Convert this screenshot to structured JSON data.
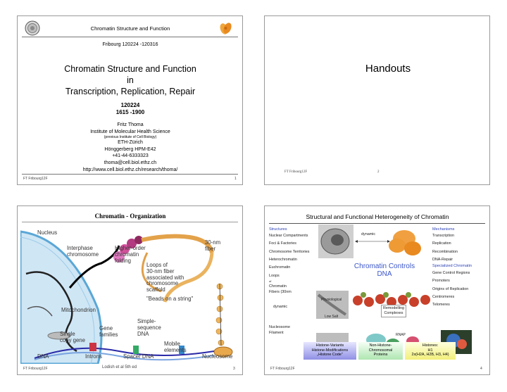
{
  "slide1": {
    "header": "Chromatin Structure and Function",
    "subheader": "Fribourg 120224 -120316",
    "title": [
      "Chromatin Structure and Function",
      "in",
      "Transcription, Replication, Repair"
    ],
    "code": [
      "120224",
      "1615 -1900"
    ],
    "author": "Fritz Thoma",
    "institute": "Institute of Molecular Health Science",
    "prev_institute": "(previous Institute of Cell Biology)",
    "org": "ETH-Zürich",
    "address": "Hönggerberg HPM-E42",
    "phone": "+41-44-6333323",
    "email": "thoma@cell.biol.ethz.ch",
    "url": "http://www.cell.biol.ethz.ch/research/thoma/",
    "footer_left": "FT Fribourg12F",
    "page": "1"
  },
  "slide2": {
    "title": "Handouts",
    "footer_left": "FT Fribourg12F",
    "page": "2"
  },
  "slide3": {
    "title": "Chromatin - Organization",
    "labels": {
      "nucleus": "Nucleus",
      "interphase": [
        "Interphase",
        "chromosome"
      ],
      "higher_order": [
        "Higher-order",
        "chromatin",
        "folding"
      ],
      "fiber30": [
        "30-nm",
        "fiber"
      ],
      "loops": [
        "Loops of",
        "30-nm fiber",
        "associated with",
        "chromosome",
        "scaffold"
      ],
      "beads": "\"Beads on a string\"",
      "mitochondrion": "Mitochondrion",
      "simple": [
        "Simple-",
        "sequence",
        "DNA"
      ],
      "gene_families": [
        "Gene",
        "families"
      ],
      "single_copy": [
        "Single",
        "copy gene"
      ],
      "mobile": [
        "Mobile",
        "elements"
      ],
      "dna": "DNA",
      "introns": "Introns",
      "spacer": "Spacer DNA",
      "nucleosome": "Nucleosome"
    },
    "footer_left": "FT Fribourg12F",
    "citation": "Lodish et al 5th ed",
    "page": "3"
  },
  "slide4": {
    "title": "Structural  and Functional Heterogeneity of Chromatin",
    "structures_head": "Structures",
    "structures": [
      "Nuclear Compartments",
      "Foci & Factories",
      "Chromosome Territories",
      "Heterochromatin",
      "Euchromatin"
    ],
    "loops": "Loops",
    "of": "of",
    "chromatin_fibers": [
      "Chromatin",
      "Fibers (30nm"
    ],
    "dynamic_top": "dynamic",
    "dynamic_left": "dynamic",
    "chromatin_controls": [
      "Chromatin Controls",
      "DNA"
    ],
    "physiological": "Physiological",
    "low_salt": "Low Salt",
    "nucleosome_filament": [
      "Nucleosome",
      "Filament"
    ],
    "remodelling": [
      "Remodelling",
      "Complexes"
    ],
    "rnap": "RNAP",
    "mechanisms_head": "Mechanisms",
    "mechanisms": [
      "Transcription",
      "Replication",
      "Recombination",
      "DNA-Repair"
    ],
    "specialized_head": "Specialized Chromatin",
    "specialized": [
      "Gene Control Regions",
      "Promoters",
      "Origins of Replication",
      "Centromeres",
      "Telomeres"
    ],
    "box1": [
      "Histone-Variants",
      "Histone-Modifications",
      "„Histone Code\""
    ],
    "box2": [
      "Non-Histone-",
      "Chromosomal",
      "Proteins"
    ],
    "box3": [
      "Histones:",
      "H1",
      "2x(H2A, H2B, H3, H4)"
    ],
    "footer_left": "FT Fribourg12F",
    "page": "4"
  }
}
